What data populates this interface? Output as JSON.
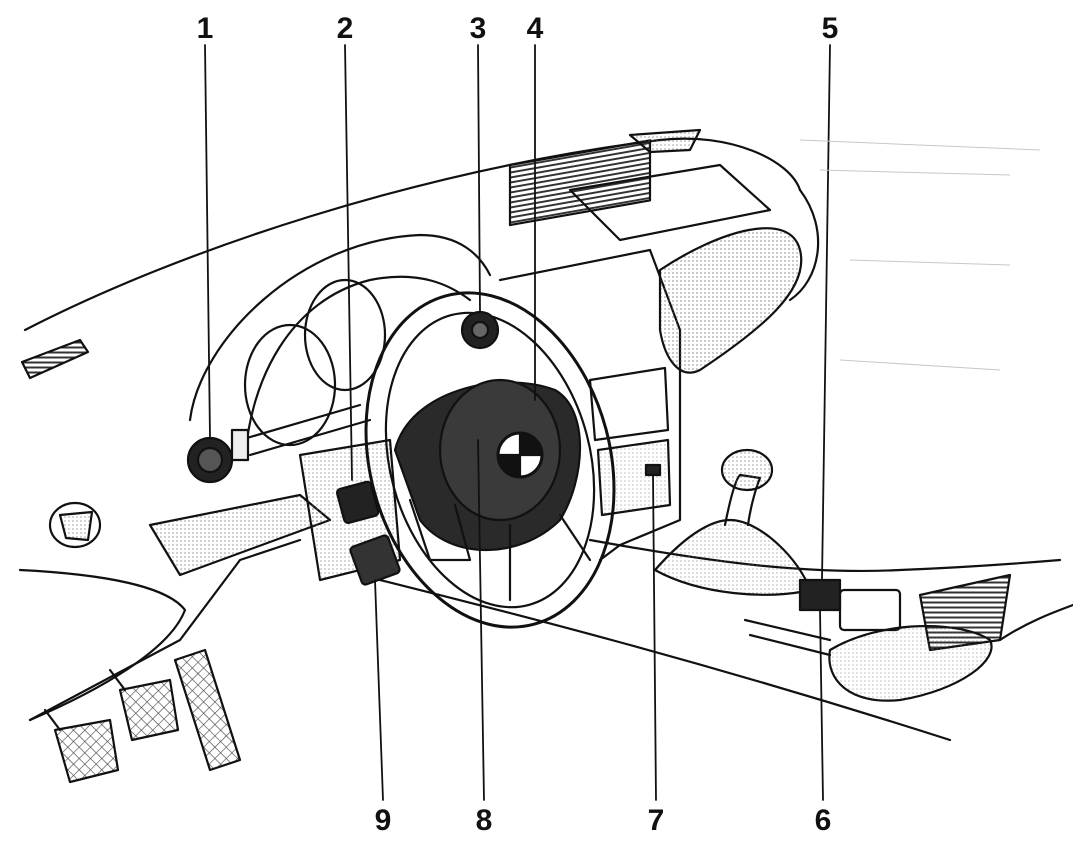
{
  "callouts": {
    "top": [
      "1",
      "2",
      "3",
      "4",
      "5"
    ],
    "bottom": [
      "9",
      "8",
      "7",
      "6"
    ]
  },
  "colors": {
    "ink": "#111111",
    "hatch": "#9a9a9a",
    "background": "#ffffff"
  },
  "icons": {
    "steering-wheel": "steering-wheel-icon",
    "gear-knob": "gear-knob-icon",
    "brand-roundel": "roundel-icon"
  }
}
